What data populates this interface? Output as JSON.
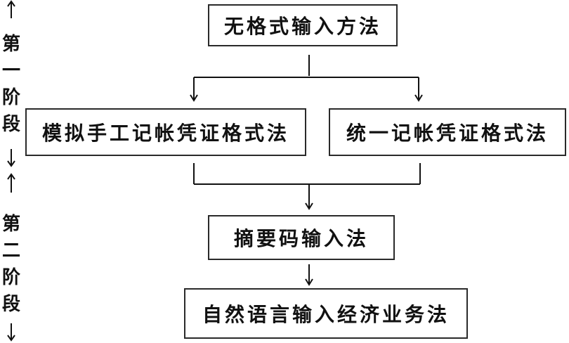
{
  "stages": [
    {
      "chars": [
        "第",
        "一",
        "阶",
        "段"
      ]
    },
    {
      "chars": [
        "第",
        "二",
        "阶",
        "段"
      ]
    }
  ],
  "boxes": {
    "unformatted": "无格式输入方法",
    "manual_voucher": "模拟手工记帐凭证格式法",
    "unified_voucher": "统一记帐凭证格式法",
    "summary_code": "摘要码输入法",
    "natural_language": "自然语言输入经济业务法"
  }
}
